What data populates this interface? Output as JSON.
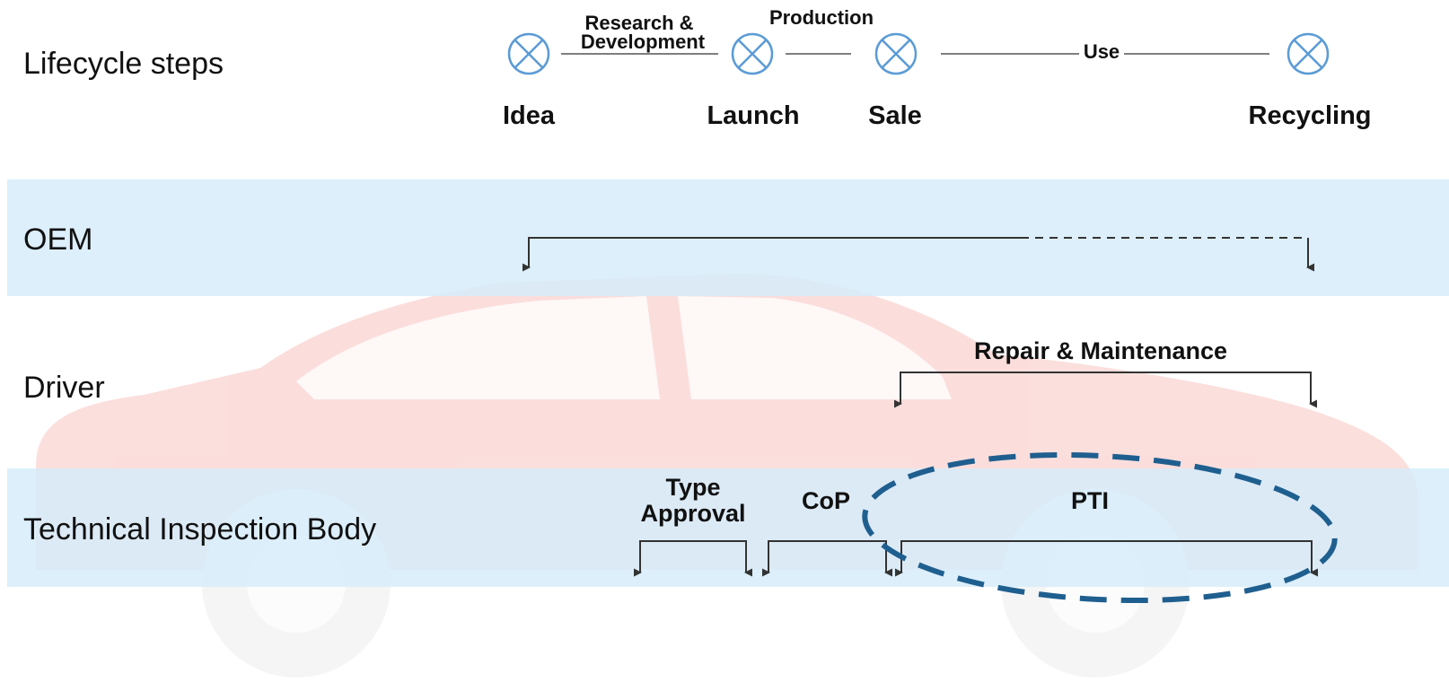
{
  "rows": {
    "lifecycle": "Lifecycle steps",
    "oem": "OEM",
    "driver": "Driver",
    "tib": "Technical Inspection Body"
  },
  "steps": [
    "Idea",
    "Launch",
    "Sale",
    "Recycling"
  ],
  "phases": {
    "rnd_line1": "Research &",
    "rnd_line2": "Development",
    "production": "Production",
    "use": "Use"
  },
  "brackets": {
    "repair": "Repair & Maintenance",
    "type_approval_line1": "Type",
    "type_approval_line2": "Approval",
    "cop": "CoP",
    "pti": "PTI"
  },
  "colors": {
    "band": "#d6ecfa",
    "step_icon": "#5b9bd5",
    "ellipse": "#1f5f8f",
    "bracket": "#333333",
    "car_body": "#e9372a"
  },
  "icons": {
    "step": "circle-x-icon",
    "background": "car-silhouette"
  }
}
